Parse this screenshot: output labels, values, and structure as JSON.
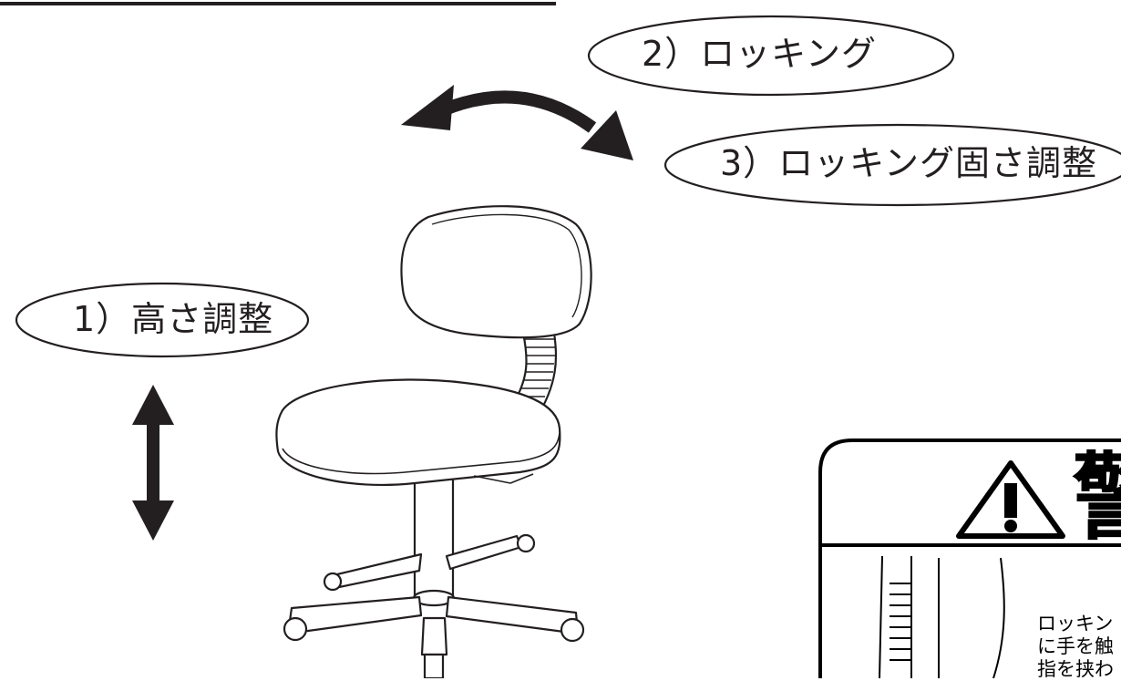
{
  "labels": {
    "height_adjust": "1）高さ調整",
    "rocking": "2）ロッキング",
    "rocking_tension": "3）ロッキング固さ調整"
  },
  "warning": {
    "title_char": "警",
    "lines": [
      "ロッキン",
      "に手を触",
      "指を挟わ"
    ]
  },
  "colors": {
    "ink": "#231f20",
    "fill": "#000000",
    "background": "#ffffff"
  },
  "icons": [
    "double-arrow-vertical-icon",
    "curved-double-arrow-icon",
    "warning-triangle-icon"
  ]
}
